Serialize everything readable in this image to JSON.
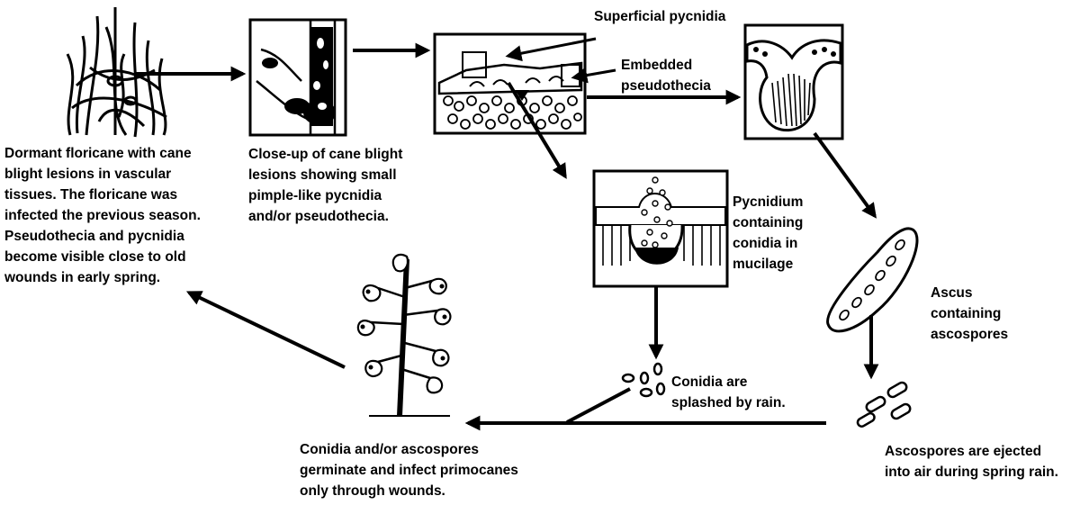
{
  "labels": {
    "dormant": "Dormant floricane with cane\nblight lesions in vascular\ntissues. The floricane was\ninfected the previous season.\nPseudothecia and pycnidia\nbecome visible close to old\nwounds in early spring.",
    "closeup": "Close-up of cane blight\nlesions showing small\npimple-like pycnidia\nand/or pseudothecia.",
    "superficial": "Superficial pycnidia",
    "embedded": "Embedded\npseudothecia",
    "pycnidium": "Pycnidium\ncontaining\nconidia in\nmucilage",
    "ascus": "Ascus\ncontaining\nascospores",
    "conidia_splash": "Conidia are\nsplashed by rain.",
    "ascospores_eject": "Ascospores are ejected\ninto air during spring rain.",
    "germinate": "Conidia and/or ascospores\ngerminate and infect primocanes\nonly through wounds."
  }
}
